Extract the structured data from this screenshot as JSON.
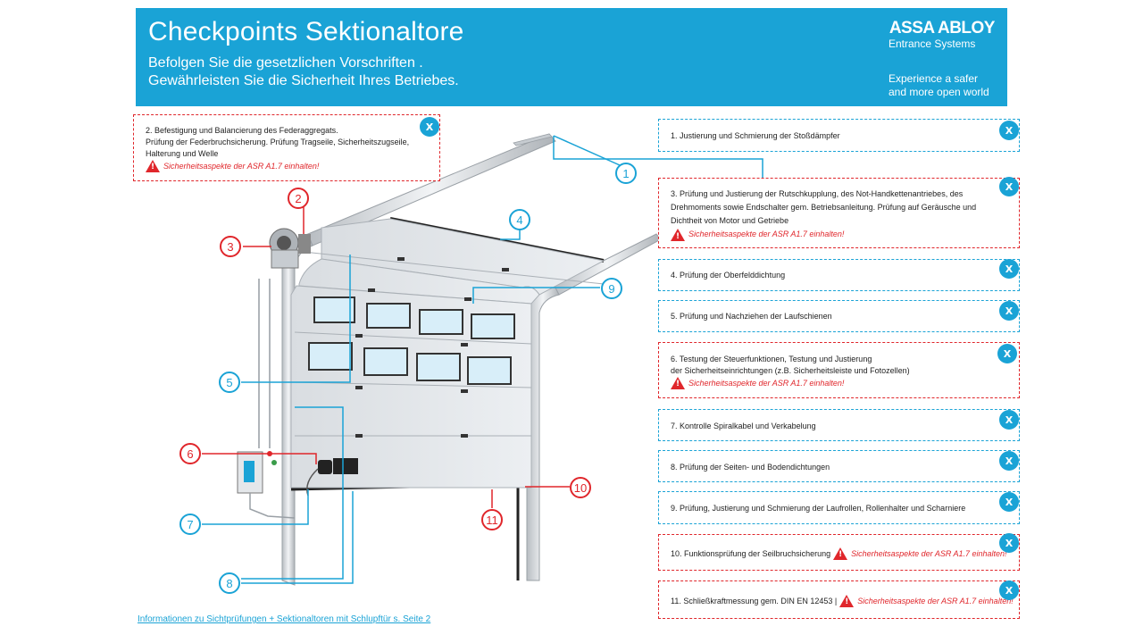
{
  "header": {
    "title": "Checkpoints Sektionaltore",
    "subtitle_line1": "Befolgen Sie die gesetzlichen Vorschriften .",
    "subtitle_line2": "Gewährleisten Sie die Sicherheit Ihres Betriebes.",
    "brand": "ASSA ABLOY",
    "brand_sub": "Entrance Systems",
    "tagline_line1": "Experience a safer",
    "tagline_line2": "and more open world"
  },
  "colors": {
    "accent_blue": "#1aa3d6",
    "safety_red": "#e0262b"
  },
  "close_label": "X",
  "warning_text": "Sicherheitsaspekte der ASR A1.7 einhalten!",
  "checkpoints": [
    {
      "number": "1",
      "lines": [
        "1. Justierung und Schmierung der Stoßdämpfer"
      ],
      "safety": false
    },
    {
      "number": "2",
      "lines": [
        "2. Befestigung und Balancierung des Federaggregats.",
        "Prüfung der Federbruchsicherung.  Prüfung Tragseile, Sicherheitszugseile,",
        "Halterung und Welle"
      ],
      "safety": true
    },
    {
      "number": "3",
      "lines": [
        "3. Prüfung und Justierung der Rutschkupplung, des Not-Handkettenantriebes, des",
        "Drehmoments sowie Endschalter gem. Betriebsanleitung. Prüfung auf Geräusche und",
        "Dichtheit von Motor und Getriebe"
      ],
      "safety": true
    },
    {
      "number": "4",
      "lines": [
        "4. Prüfung der Oberfelddichtung"
      ],
      "safety": false
    },
    {
      "number": "5",
      "lines": [
        "5. Prüfung und Nachziehen der Laufschienen"
      ],
      "safety": false
    },
    {
      "number": "6",
      "lines": [
        "6. Testung der  Steuerfunktionen, Testung und Justierung",
        "der Sicherheitseinrichtungen (z.B. Sicherheitsleiste und Fotozellen)"
      ],
      "safety": true
    },
    {
      "number": "7",
      "lines": [
        "7. Kontrolle Spiralkabel und Verkabelung"
      ],
      "safety": false
    },
    {
      "number": "8",
      "lines": [
        "8. Prüfung der Seiten- und Bodendichtungen"
      ],
      "safety": false
    },
    {
      "number": "9",
      "lines": [
        "9. Prüfung, Justierung und Schmierung der Laufrollen, Rollenhalter und Scharniere"
      ],
      "safety": false
    },
    {
      "number": "10",
      "lines": [
        "10. Funktionsprüfung der Seilbruchsicherung"
      ],
      "safety": true
    },
    {
      "number": "11",
      "lines": [
        "11. Schließkraftmessung gem. DIN EN 12453 |"
      ],
      "safety": true
    }
  ],
  "footer_link": "Informationen zu Sichtprüfungen + Sektionaltoren mit Schlupftür s. Seite 2"
}
